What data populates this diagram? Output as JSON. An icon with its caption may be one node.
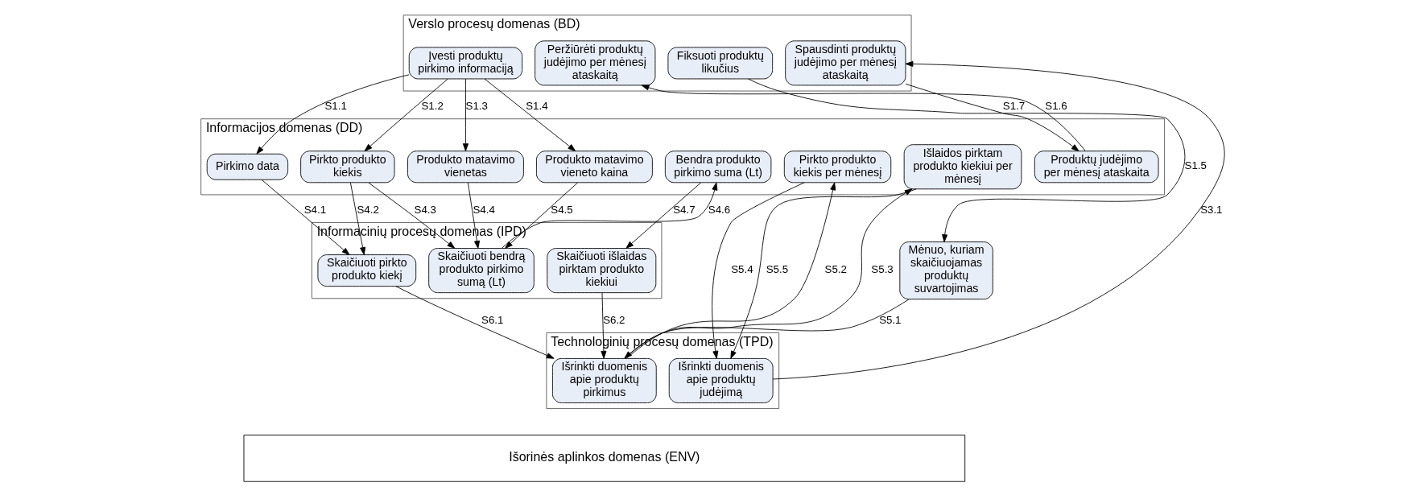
{
  "diagram": {
    "nodes": [
      {
        "text": [
          "Verslo procesų domenas (BD)"
        ]
      },
      {
        "text": [
          "Įvesti produktų pirkimo informaciją"
        ],
        "in": 0
      },
      {
        "text": [
          "Fiksuoti produktų likučius"
        ],
        "in": 0
      },
      {
        "text": [
          "Peržiūrėti produktų judėjimo per mėnesį ataskaitą"
        ],
        "in": 0
      },
      {
        "text": [
          "Spausdinti produktų judėjimo per mėnesį ataskaitą"
        ],
        "in": 0
      },
      {
        "text": [
          "Mėnuo, kuriam skaičiuojamas produktų suvartojimas"
        ]
      },
      {
        "text": [
          "Informacijos domenas (DD)"
        ]
      },
      {
        "text": [
          "Pirkimo data"
        ],
        "in": 6
      },
      {
        "text": [
          "Pirkto produkto kiekis"
        ],
        "in": 6
      },
      {
        "text": [
          "Produkto matavimo vienetas"
        ],
        "in": 6
      },
      {
        "text": [
          "Produkto matavimo vieneto kaina"
        ],
        "in": 6
      },
      {
        "text": [
          "Bendra produkto pirkimo suma (Lt)"
        ],
        "in": 6
      },
      {
        "text": [
          "Pirkto produkto kiekis per mėnesį"
        ],
        "in": 6
      },
      {
        "text": [
          "Išlaidos pirktam produkto kiekiui per mėnesį"
        ],
        "in": 6
      },
      {
        "text": [
          "Produktų judėjimo per mėnesį ataskaita"
        ],
        "in": 6
      },
      {
        "text": [
          "Informacinių procesų domenas (IPD)"
        ]
      },
      {
        "text": [
          "Skaičiuoti pirkto produkto kiekį"
        ],
        "in": 15
      },
      {
        "text": [
          "Skaičiuoti bendrą produkto pirkimo sumą (Lt)"
        ],
        "in": 15
      },
      {
        "text": [
          "Skaičiuoti išlaidas pirktam produkto kiekiui"
        ],
        "in": 15
      },
      {
        "text": [
          "Technologinių procesų domenas (TPD)"
        ]
      },
      {
        "text": [
          "Išrinkti duomenis apie produktų pirkimus"
        ],
        "in": 19
      },
      {
        "text": [
          "Išrinkti duomenis apie produktų judėjimą"
        ],
        "in": 19
      },
      {
        "text": [
          "Išorinės aplinkos domenas (ENV)"
        ]
      }
    ],
    "edges": [
      {
        "from": 1,
        "to": 7,
        "arrow": "to",
        "label": "S1.1"
      },
      {
        "from": 1,
        "to": 8,
        "arrow": "to",
        "label": "S1.2"
      },
      {
        "from": 1,
        "to": 9,
        "arrow": "to",
        "label": "S1.3"
      },
      {
        "from": 1,
        "to": 10,
        "arrow": "to",
        "label": "S1.4"
      },
      {
        "from": 2,
        "to": 5,
        "arrow": "to",
        "label": "S1.5"
      },
      {
        "from": 14,
        "to": 3,
        "arrow": "to",
        "label": "S1.6"
      },
      {
        "from": 4,
        "to": 14,
        "arrow": "to",
        "label": "S1.7"
      },
      {
        "from": 21,
        "to": 4,
        "arrow": "to",
        "label": "S3.1"
      },
      {
        "from": 7,
        "to": 16,
        "arrow": "to",
        "label": "S4.1"
      },
      {
        "from": 8,
        "to": 16,
        "arrow": "to",
        "label": "S4.2"
      },
      {
        "from": 8,
        "to": 17,
        "arrow": "to",
        "label": "S4.3"
      },
      {
        "from": 9,
        "to": 17,
        "arrow": "to",
        "label": "S4.4"
      },
      {
        "from": 10,
        "to": 17,
        "arrow": "to",
        "label": "S4.5"
      },
      {
        "from": 17,
        "to": 11,
        "arrow": "to",
        "label": "S4.6"
      },
      {
        "from": 11,
        "to": 18,
        "arrow": "to",
        "label": "S4.7"
      },
      {
        "from": 5,
        "to": 20,
        "arrow": "to",
        "label": "S5.1"
      },
      {
        "from": 16,
        "to": 20,
        "arrow": "to",
        "label": "S6.1"
      },
      {
        "from": 18,
        "to": 20,
        "arrow": "to",
        "label": "S6.2"
      },
      {
        "from": 20,
        "to": 12,
        "arrow": "to",
        "label": "S5.2"
      },
      {
        "from": 20,
        "to": 13,
        "arrow": "to",
        "label": "S5.3"
      },
      {
        "from": 12,
        "to": 21,
        "arrow": "to",
        "label": "S5.4"
      },
      {
        "from": 13,
        "to": 21,
        "arrow": "to",
        "label": "S5.5"
      }
    ]
  }
}
